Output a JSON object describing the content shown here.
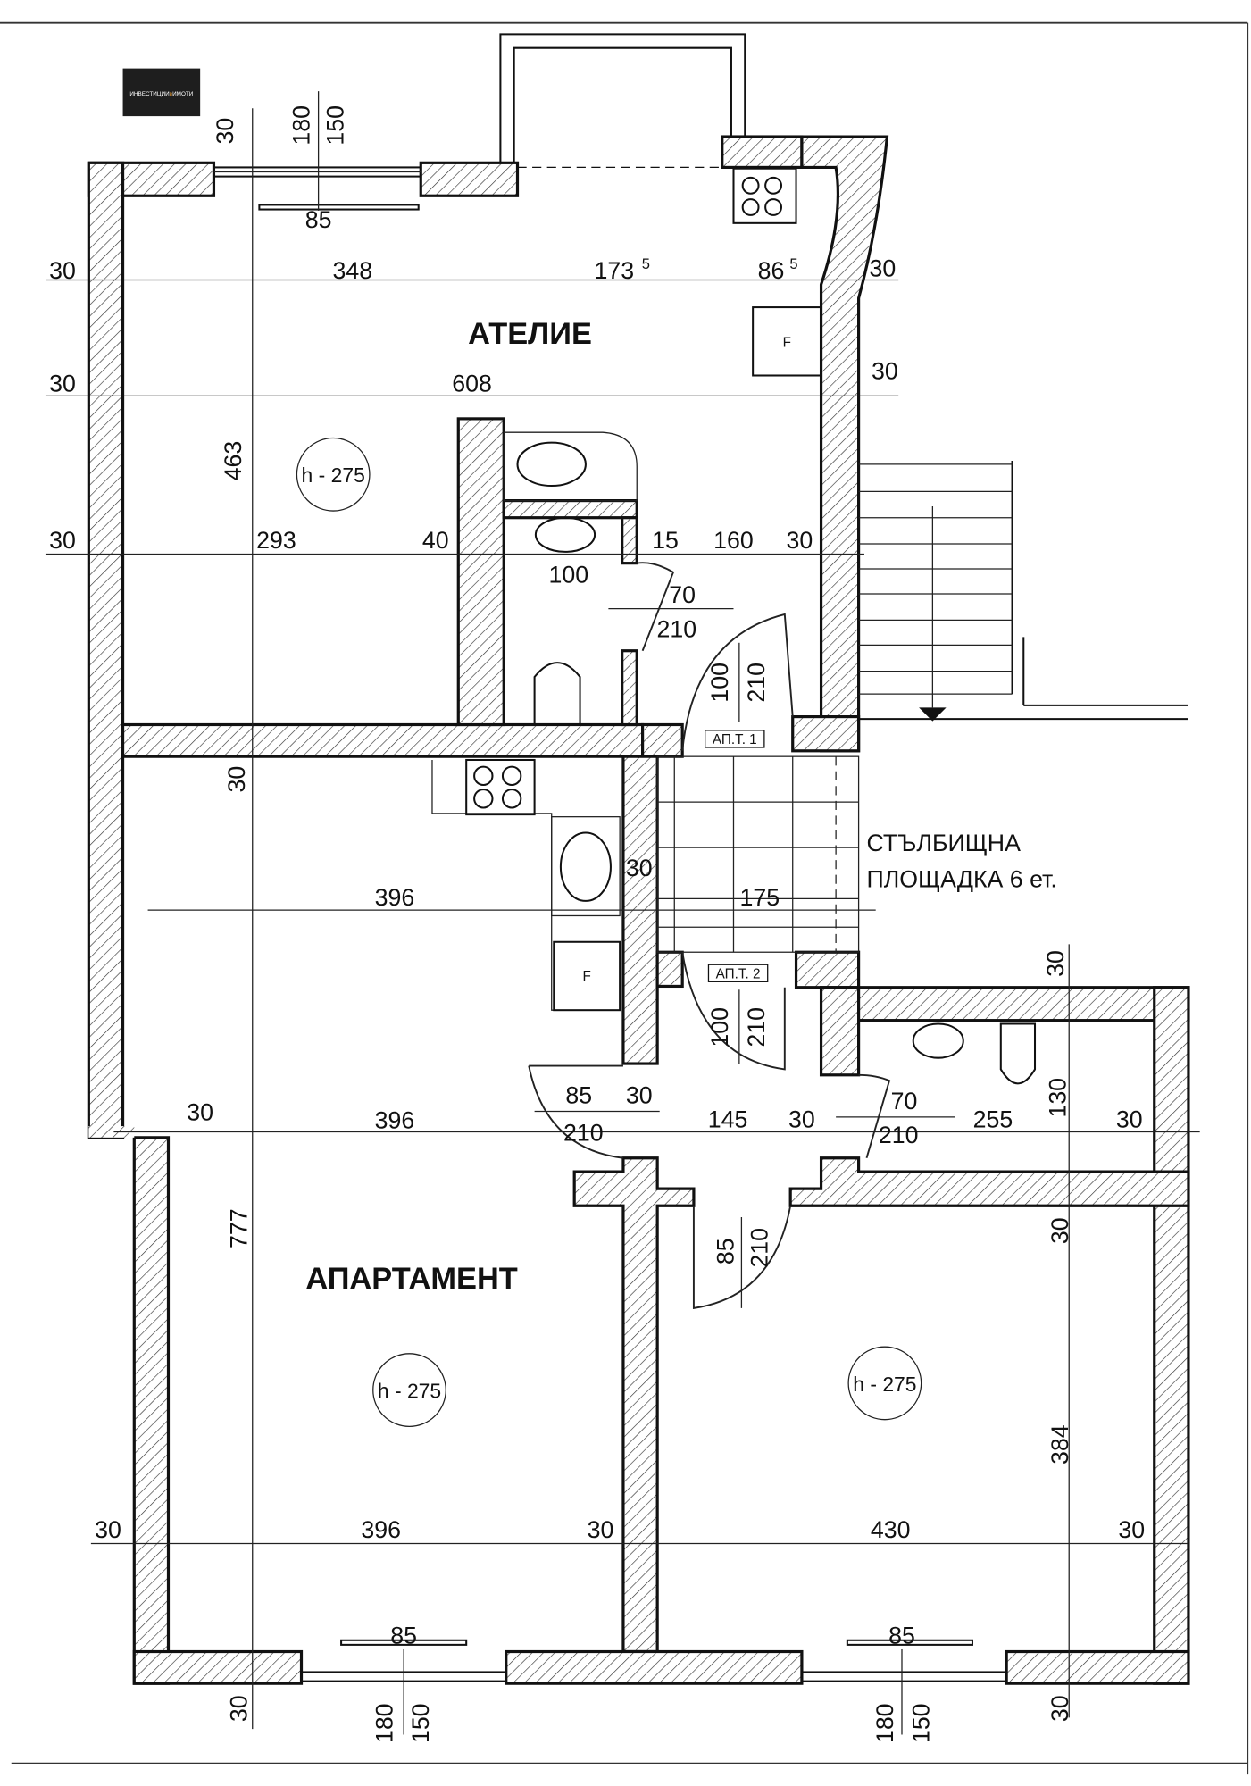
{
  "logo": {
    "text_before": "ИНВЕСТИЦИИ",
    "text_accent": "в",
    "text_after": "ИМОТИ",
    "background": "#1e1e1e",
    "accent_color": "#d08a2a"
  },
  "rooms": {
    "atelier": "АТЕЛИЕ",
    "apartment": "АПАРТАМЕНТ",
    "stair_line1": "СТЪЛБИЩНА",
    "stair_line2": "ПЛОЩАДКА 6 ет."
  },
  "heights": [
    "h - 275",
    "h - 275",
    "h - 275"
  ],
  "door_tags": [
    "АП.Т. 1",
    "АП.Т. 2"
  ],
  "fridge_labels": [
    "F",
    "F"
  ],
  "dims_h": [
    "30",
    "348",
    "173",
    "5",
    "86",
    "5",
    "30",
    "30",
    "608",
    "30",
    "30",
    "293",
    "40",
    "100",
    "15",
    "160",
    "30",
    "70",
    "210",
    "396",
    "30",
    "175",
    "30",
    "396",
    "85",
    "30",
    "210",
    "145",
    "30",
    "70",
    "210",
    "255",
    "30",
    "30",
    "396",
    "30",
    "430",
    "30",
    "85",
    "85",
    "85"
  ],
  "dims_v": [
    "30",
    "180",
    "150",
    "463",
    "100",
    "210",
    "30",
    "100",
    "210",
    "30",
    "130",
    "30",
    "777",
    "85",
    "210",
    "384",
    "30",
    "180",
    "150",
    "30",
    "180",
    "150"
  ]
}
